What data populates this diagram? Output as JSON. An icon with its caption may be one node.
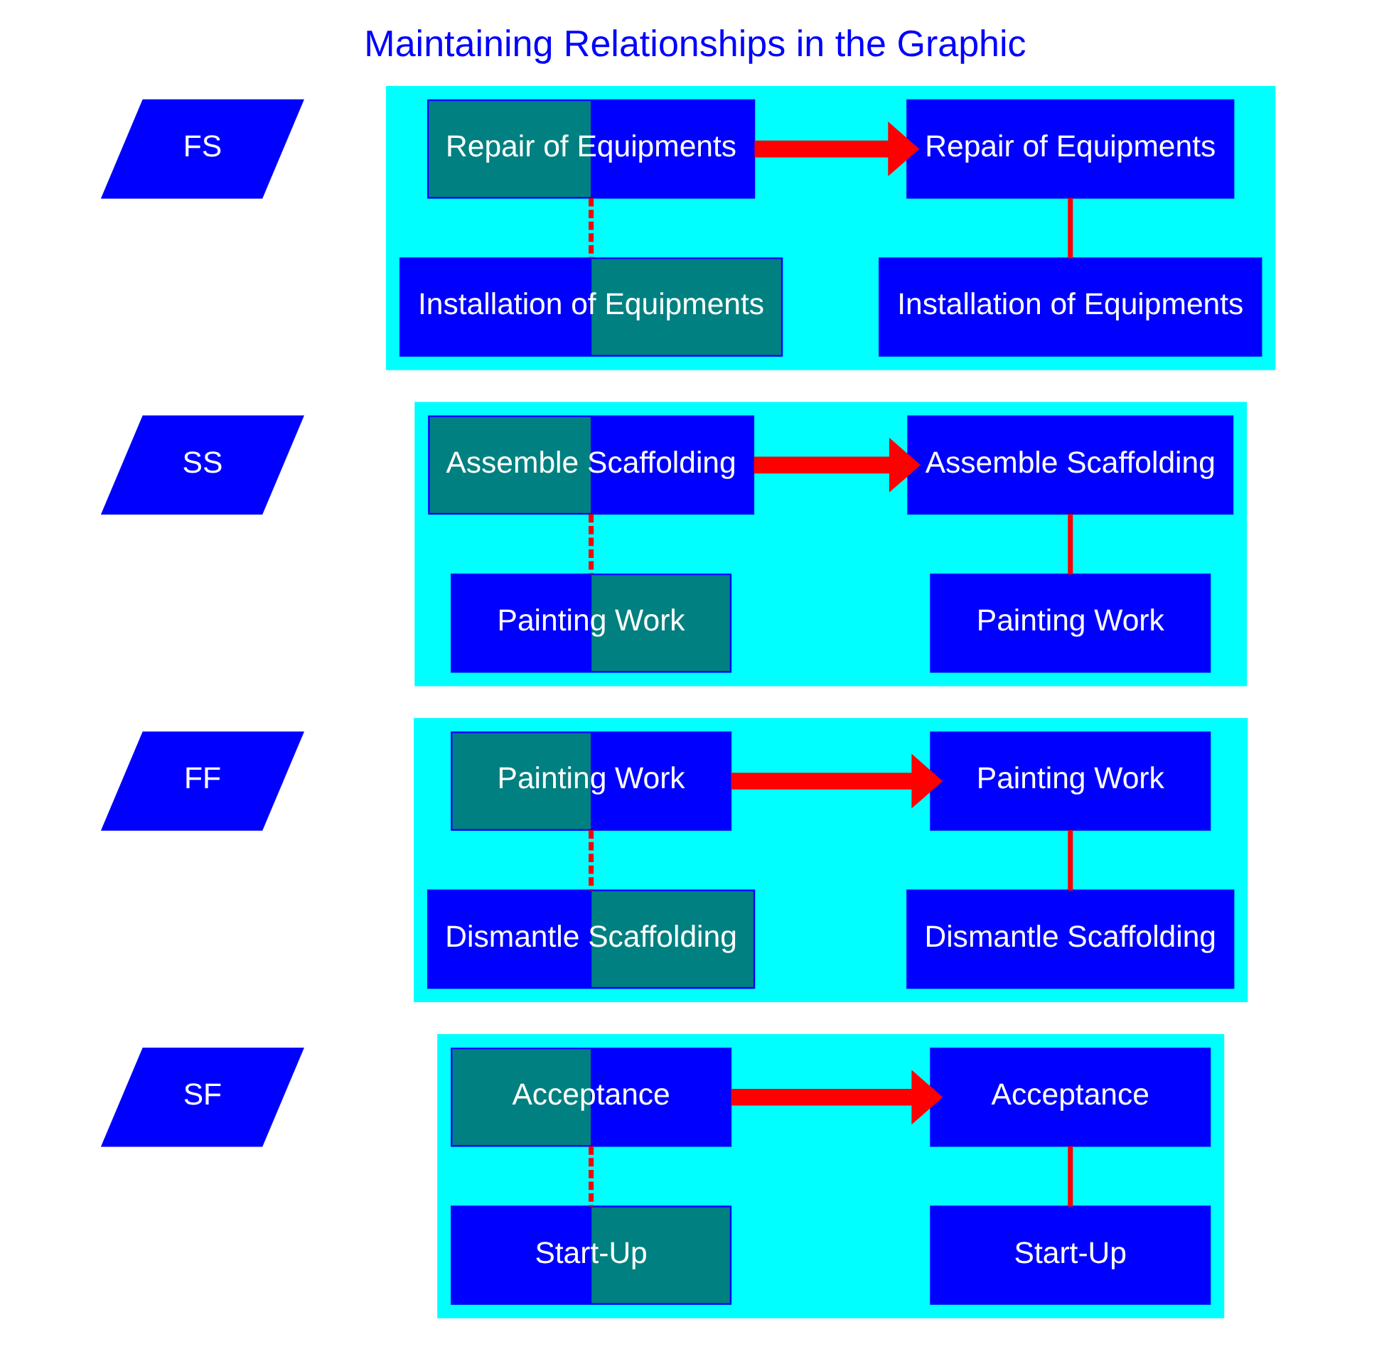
{
  "diagram": {
    "title": "Maintaining Relationships in the Graphic",
    "nodes": [
      {
        "text": [],
        "shape": "box"
      },
      {
        "text": [
          "FS"
        ]
      },
      {
        "text": [
          "Repair of Equipments"
        ],
        "in": 0
      },
      {
        "text": [
          "Installation of Equipments"
        ],
        "in": 0
      },
      {
        "text": [
          "Repair of Equipments"
        ],
        "in": 0
      },
      {
        "text": [
          "Installation of Equipments"
        ],
        "in": 0
      },
      {
        "text": [],
        "shape": "box"
      },
      {
        "text": [
          "SS"
        ]
      },
      {
        "text": [
          "Assemble Scaffolding"
        ],
        "in": 6
      },
      {
        "text": [
          "Painting Work"
        ],
        "in": 6
      },
      {
        "text": [
          "Assemble Scaffolding"
        ],
        "in": 6
      },
      {
        "text": [
          "Painting Work"
        ],
        "in": 6
      },
      {
        "text": [],
        "shape": "box"
      },
      {
        "text": [
          "FF"
        ]
      },
      {
        "text": [
          "Painting Work"
        ],
        "in": 12
      },
      {
        "text": [
          "Dismantle Scaffolding"
        ],
        "in": 12
      },
      {
        "text": [
          "Painting Work"
        ],
        "in": 12
      },
      {
        "text": [
          "Dismantle Scaffolding"
        ],
        "in": 12
      },
      {
        "text": [],
        "shape": "box"
      },
      {
        "text": [
          "SF"
        ]
      },
      {
        "text": [
          "Acceptance"
        ],
        "in": 18
      },
      {
        "text": [
          "Start-Up"
        ],
        "in": 18
      },
      {
        "text": [
          "Acceptance"
        ],
        "in": 18
      },
      {
        "text": [
          "Start-Up"
        ],
        "in": 18
      }
    ],
    "edges": [
      {
        "from": 2,
        "to": 3,
        "arrow": "none",
        "style": "dashed"
      },
      {
        "from": 2,
        "to": 4,
        "arrow": "to",
        "style": "thick"
      },
      {
        "from": 4,
        "to": 5,
        "arrow": "none"
      },
      {
        "from": 8,
        "to": 9,
        "arrow": "none",
        "style": "dashed"
      },
      {
        "from": 8,
        "to": 10,
        "arrow": "to",
        "style": "thick"
      },
      {
        "from": 10,
        "to": 11,
        "arrow": "none"
      },
      {
        "from": 14,
        "to": 15,
        "arrow": "none",
        "style": "dashed"
      },
      {
        "from": 14,
        "to": 16,
        "arrow": "to",
        "style": "thick"
      },
      {
        "from": 16,
        "to": 17,
        "arrow": "none"
      },
      {
        "from": 20,
        "to": 21,
        "arrow": "none",
        "style": "dashed"
      },
      {
        "from": 20,
        "to": 22,
        "arrow": "to",
        "style": "thick"
      },
      {
        "from": 22,
        "to": 23,
        "arrow": "none"
      }
    ]
  }
}
